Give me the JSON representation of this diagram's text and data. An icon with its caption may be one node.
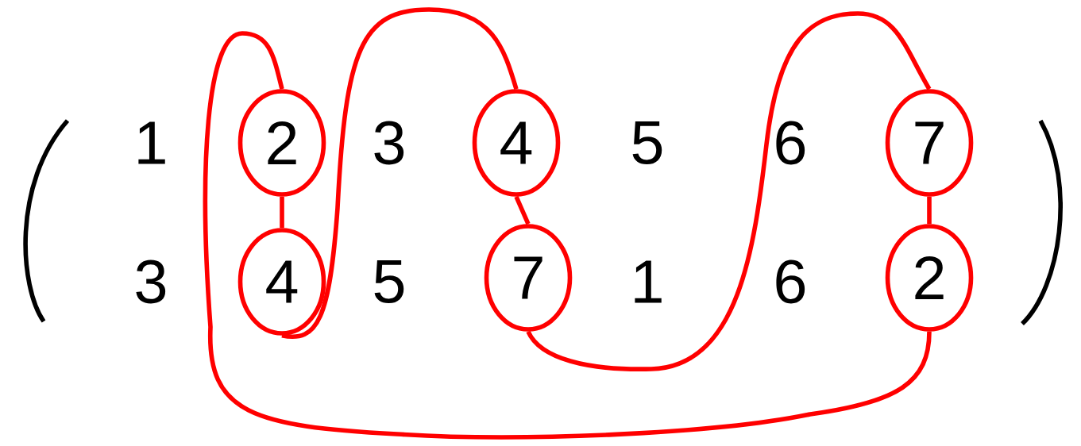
{
  "diagram": {
    "nodes": [
      {
        "text": [
          "2"
        ]
      },
      {
        "text": [
          "4"
        ]
      },
      {
        "text": [
          "7"
        ]
      },
      {
        "text": [
          "4"
        ]
      },
      {
        "text": [
          "7"
        ]
      },
      {
        "text": [
          "2"
        ]
      }
    ],
    "edges": [
      {
        "from": 0,
        "to": 3,
        "arrow": "none"
      },
      {
        "from": 3,
        "to": 1,
        "arrow": "none"
      },
      {
        "from": 1,
        "to": 4,
        "arrow": "none"
      },
      {
        "from": 4,
        "to": 2,
        "arrow": "none"
      },
      {
        "from": 2,
        "to": 5,
        "arrow": "none"
      },
      {
        "from": 5,
        "to": 0,
        "arrow": "none"
      }
    ],
    "labels": [
      "1",
      "3",
      "5",
      "6",
      "3",
      "5",
      "1",
      "6"
    ]
  }
}
